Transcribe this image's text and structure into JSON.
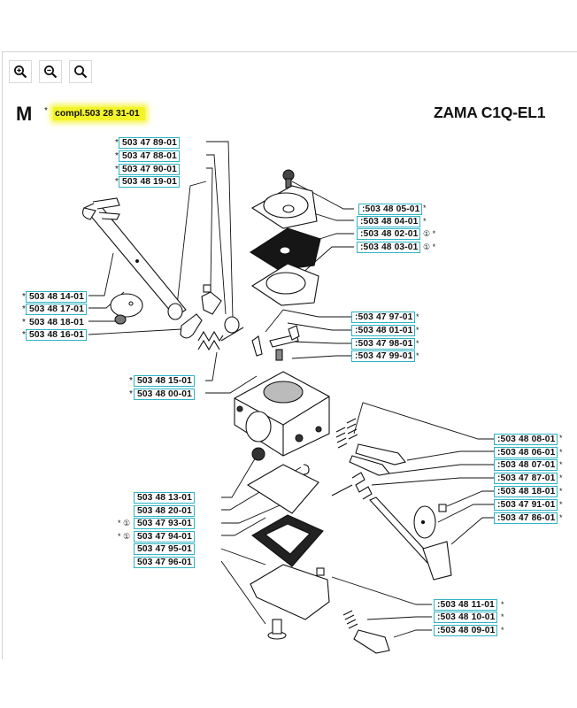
{
  "toolbar": {
    "zoom_in": {
      "icon": "zoom-in-icon",
      "glyph": "+"
    },
    "zoom_out": {
      "icon": "zoom-out-icon",
      "glyph": "−"
    },
    "zoom_reset": {
      "icon": "zoom-reset-icon",
      "glyph": ""
    }
  },
  "header": {
    "mark": "M",
    "asterisk": "*",
    "compl_label": "compl.503 28 31-01",
    "title": "ZAMA C1Q-EL1"
  },
  "parts_left": [
    {
      "number": "503 47 89-01",
      "note": "*"
    },
    {
      "number": "503 47 88-01",
      "note": "*"
    },
    {
      "number": "503 47 90-01",
      "note": "*"
    },
    {
      "number": "503 48 19-01",
      "note": "*"
    },
    {
      "number": "503 48 14-01",
      "note": "*"
    },
    {
      "number": "503 48 17-01",
      "note": "*"
    },
    {
      "number": "503 48 18-01",
      "note": "*"
    },
    {
      "number": "503 48 16-01",
      "note": "*"
    },
    {
      "number": "503 48 15-01",
      "note": "*"
    },
    {
      "number": "503 48 00-01",
      "note": "*"
    },
    {
      "number": "503 48 13-01",
      "note": "*"
    },
    {
      "number": "503 48 20-01",
      "note": "*"
    },
    {
      "number": "503 47 93-01",
      "note": "* ①"
    },
    {
      "number": "503 47 94-01",
      "note": "* ①"
    },
    {
      "number": "503 47 95-01",
      "note": "*"
    },
    {
      "number": "503 47 96-01",
      "note": "*"
    }
  ],
  "parts_right": [
    {
      "number": "503 48 05-01",
      "note": "*"
    },
    {
      "number": "503 48 04-01",
      "note": "*"
    },
    {
      "number": "503 48 02-01",
      "note": "① *"
    },
    {
      "number": "503 48 03-01",
      "note": "① *"
    },
    {
      "number": "503 47 97-01",
      "note": "*"
    },
    {
      "number": "503 48 01-01",
      "note": "*"
    },
    {
      "number": "503 47 98-01",
      "note": "*"
    },
    {
      "number": "503 47 99-01",
      "note": "*"
    },
    {
      "number": "503 48 08-01",
      "note": "*"
    },
    {
      "number": "503 48 06-01",
      "note": "*"
    },
    {
      "number": "503 48 07-01",
      "note": "*"
    },
    {
      "number": "503 47 87-01",
      "note": "*"
    },
    {
      "number": "503 48 18-01",
      "note": "*"
    },
    {
      "number": "503 47 91-01",
      "note": "*"
    },
    {
      "number": "503 47 86-01",
      "note": "*"
    },
    {
      "number": "503 48 11-01",
      "note": "*"
    },
    {
      "number": "503 48 10-01",
      "note": "*"
    },
    {
      "number": "503 48 09-01",
      "note": "*"
    }
  ],
  "colors": {
    "label_border": "#2fb3c3",
    "highlight": "#f3f32a"
  }
}
